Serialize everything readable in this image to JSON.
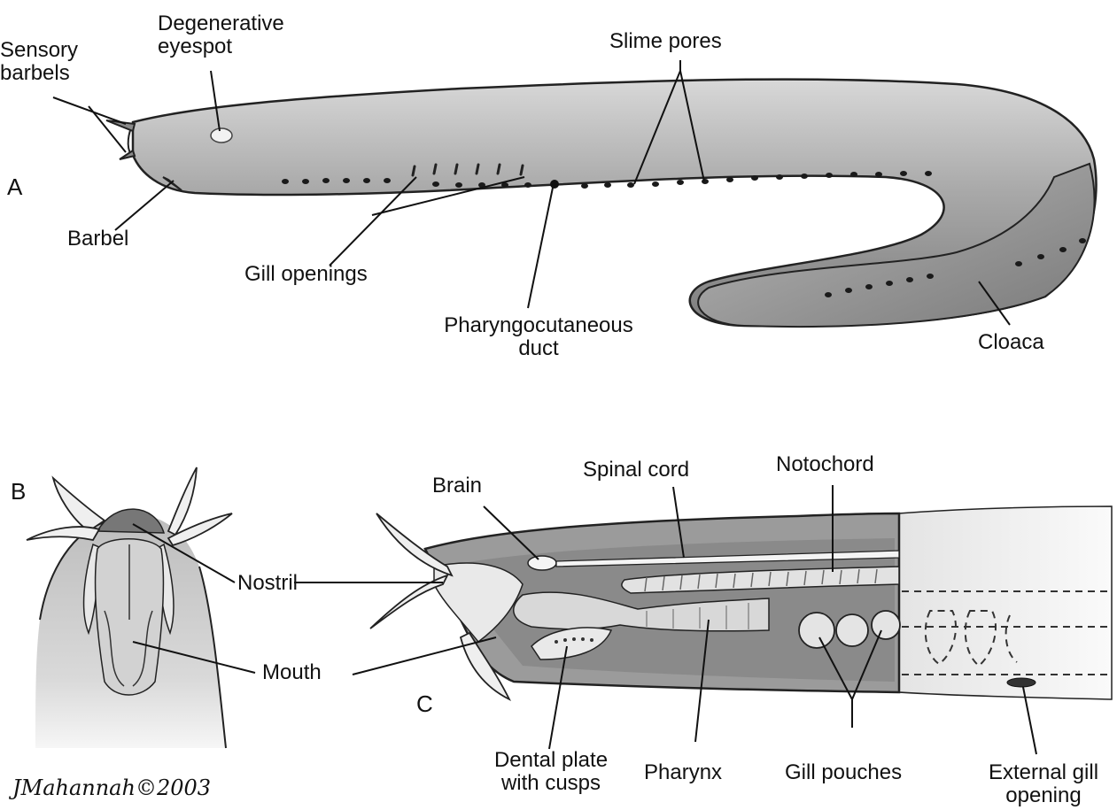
{
  "panels": {
    "a": "A",
    "b": "B",
    "c": "C"
  },
  "labels_a": {
    "sensory_barbels": [
      "Sensory",
      "barbels"
    ],
    "eyespot": [
      "Degenerative",
      "eyespot"
    ],
    "slime_pores": "Slime pores",
    "barbel": "Barbel",
    "gill_openings": "Gill openings",
    "pharyngocutaneous": [
      "Pharyngocutaneous",
      "duct"
    ],
    "cloaca": "Cloaca"
  },
  "labels_b": {
    "nostril": "Nostril",
    "mouth": "Mouth"
  },
  "labels_c": {
    "brain": "Brain",
    "spinal_cord": "Spinal cord",
    "notochord": "Notochord",
    "dental_plate": [
      "Dental plate",
      "with cusps"
    ],
    "pharynx": "Pharynx",
    "gill_pouches": "Gill pouches",
    "external_gill": [
      "External gill",
      "opening"
    ]
  },
  "signature": "JMahannah©2003"
}
